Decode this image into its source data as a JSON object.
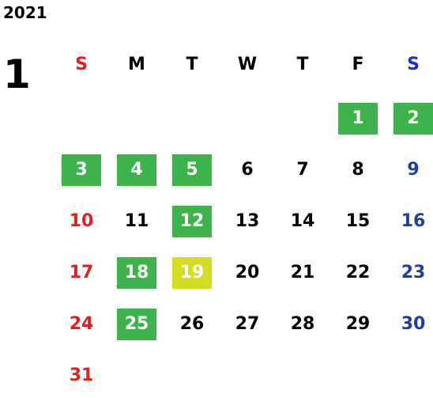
{
  "calendar": {
    "year": "2021",
    "month": "1",
    "weekdays": [
      {
        "label": "S",
        "color": "#e0201c"
      },
      {
        "label": "M",
        "color": "#000000"
      },
      {
        "label": "T",
        "color": "#000000"
      },
      {
        "label": "W",
        "color": "#000000"
      },
      {
        "label": "T",
        "color": "#000000"
      },
      {
        "label": "F",
        "color": "#000000"
      },
      {
        "label": "S",
        "color": "#1a2ed0"
      }
    ],
    "colors": {
      "sunday_text": "#e0201c",
      "saturday_text": "#1e3f9a",
      "weekday_text": "#000000",
      "highlight_text": "#ffffff",
      "highlight_green": "#3cb44b",
      "highlight_yellow_green": "#d4dd22"
    },
    "weeks": [
      [
        null,
        null,
        null,
        null,
        null,
        {
          "d": "1",
          "hl": "green"
        },
        {
          "d": "2",
          "hl": "green"
        }
      ],
      [
        {
          "d": "3",
          "hl": "green"
        },
        {
          "d": "4",
          "hl": "green"
        },
        {
          "d": "5",
          "hl": "green"
        },
        {
          "d": "6"
        },
        {
          "d": "7"
        },
        {
          "d": "8"
        },
        {
          "d": "9"
        }
      ],
      [
        {
          "d": "10"
        },
        {
          "d": "11"
        },
        {
          "d": "12",
          "hl": "green"
        },
        {
          "d": "13"
        },
        {
          "d": "14"
        },
        {
          "d": "15"
        },
        {
          "d": "16"
        }
      ],
      [
        {
          "d": "17"
        },
        {
          "d": "18",
          "hl": "green"
        },
        {
          "d": "19",
          "hl": "yellow"
        },
        {
          "d": "20"
        },
        {
          "d": "21"
        },
        {
          "d": "22"
        },
        {
          "d": "23"
        }
      ],
      [
        {
          "d": "24"
        },
        {
          "d": "25",
          "hl": "green"
        },
        {
          "d": "26"
        },
        {
          "d": "27"
        },
        {
          "d": "28"
        },
        {
          "d": "29"
        },
        {
          "d": "30"
        }
      ],
      [
        {
          "d": "31"
        },
        null,
        null,
        null,
        null,
        null,
        null
      ]
    ]
  }
}
